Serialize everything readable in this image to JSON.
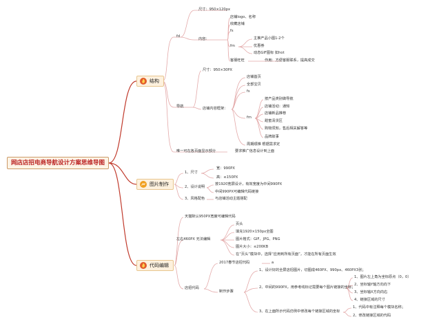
{
  "root": "网店店招电商导航设计方案思维导图",
  "branches": {
    "structure": "结构",
    "image": "图片制作",
    "code": "代码编辑"
  },
  "structure": {
    "fd": "fd",
    "size": "尺寸：950×120px",
    "content": "内容：",
    "shop_logo": "店铺logo、名称",
    "fav_shop": "收藏店铺",
    "fs": "fs",
    "fm": "fm",
    "main_products": "主推产品小图1-2个",
    "coupon": "优惠券",
    "gif_icon": "动态GIF图标 如hot",
    "customer_service": "客服旺旺",
    "cs_role": "作用：方便客服联系，提高成交",
    "nav": "导航",
    "nav_size": "尺寸：950×30PX",
    "nav_content": "店铺内容框架：",
    "home": "店铺首页",
    "all_items": "全部宝贝",
    "nav_fs": "fs",
    "nav_fm": "fm",
    "cat_nav": "按产品类别做导航",
    "events": "店铺活动：通知",
    "new_arrivals": "店铺新品推荐",
    "clearance": "甜蜜清货区",
    "after_sales": "购物须知，售后相关解答等",
    "brand": "品牌故事",
    "weekly": "周期顺推 根据需求定",
    "unique": "唯一可在各页面显示部分",
    "unique_note": "要求推广信息设计到上面"
  },
  "image": {
    "size": "1、尺寸",
    "width": "宽：990PX",
    "height": "高：≤150PX",
    "design": "2、设计说明",
    "design1": "按1920宽屏设计，有效宽度为中间990PX",
    "design2": "中间990PX可编辑代码链接",
    "style": "3、风格配色",
    "style_note": "与店铺活动主题搭配"
  },
  "code": {
    "default": "天猫默认950PX宽度可编辑代码",
    "left": "左右460PX 无法编辑",
    "step1": "页头",
    "step2": "填充1920×150px全图",
    "step3": "图片格式：GIF、JPG、PNG",
    "step4": "图片大小：≤200KB",
    "step5": "在“页头”模块中，选择“应用到所有页面”，才能在所有页面生效",
    "store_code": "店招代码",
    "code_2017": "2017春节店招代码",
    "a": "a",
    "method": "制作步骤",
    "m1": "1、设计好的全屏店招图片，切图成460PX、990px、460PX3张；",
    "m2": "2、中间的990PX，用参考线标记需要每个图片链接的坐标；",
    "c1": "1、图片左上角为坐标原点（0，0）",
    "c2": "2、坐标轴Y轴方向向下",
    "c3": "3、坐标轴X方向向右",
    "c4": "4、链接区域的尺寸",
    "m3": "3、在上面所示代码仿例中修改每个链接区域的坐标",
    "m3a": "1、代码中有注释每个模块名称；",
    "m3b": "2、修改链接区域的代码"
  },
  "colors": {
    "root_text": "#b22222",
    "line": "#c0392b",
    "line_light": "#e8b4b4",
    "branch_bg": "#fdf1de"
  }
}
